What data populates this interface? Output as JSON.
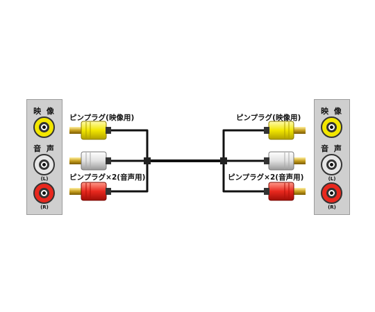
{
  "panels": {
    "left": {
      "video_label": "映 像",
      "audio_label": "音 声",
      "l_label": "(L)",
      "r_label": "(R)"
    },
    "right": {
      "video_label": "映 像",
      "audio_label": "音 声",
      "l_label": "(L)",
      "r_label": "(R)"
    }
  },
  "cable_labels": {
    "video_plug": "ピンプラグ(映像用)",
    "audio_plug": "ピンプラグ×2(音声用)"
  },
  "colors": {
    "video_yellow": "#f2e600",
    "audio_white": "#e6e6e6",
    "audio_red": "#e8281e",
    "gold_tip": "#c8a020",
    "panel_gray": "#cfcfcf",
    "cable_black": "#111111"
  }
}
